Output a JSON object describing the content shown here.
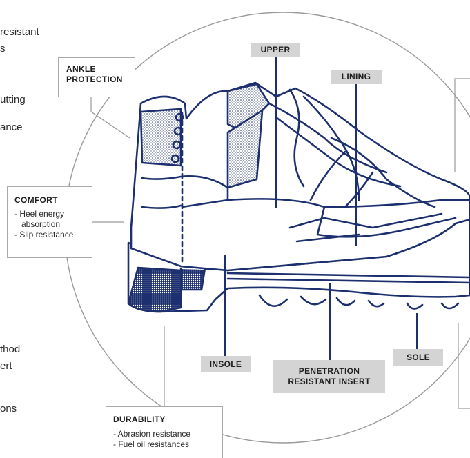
{
  "left_fragments": [
    "resistant",
    "s",
    "utting",
    "ance",
    "thod",
    "ert",
    "ons"
  ],
  "callouts": {
    "upper": "UPPER",
    "lining": "LINING",
    "insole": "INSOLE",
    "insert_line1": "PENETRATION",
    "insert_line2": "RESISTANT INSERT",
    "sole": "SOLE"
  },
  "ankle": {
    "line1": "ANKLE",
    "line2": "PROTECTION"
  },
  "comfort": {
    "title": "COMFORT",
    "items": [
      "- Heel energy",
      "absorption",
      "- Slip resistance"
    ]
  },
  "durability": {
    "title": "DURABILITY",
    "items": [
      "- Abrasion resistance",
      "- Fuel oil resistances"
    ]
  },
  "colors": {
    "ink": "#1c2f6e",
    "box_fill": "#d4d4d4",
    "box_border": "#a9a9a9",
    "circle": "#9a9a9a"
  }
}
